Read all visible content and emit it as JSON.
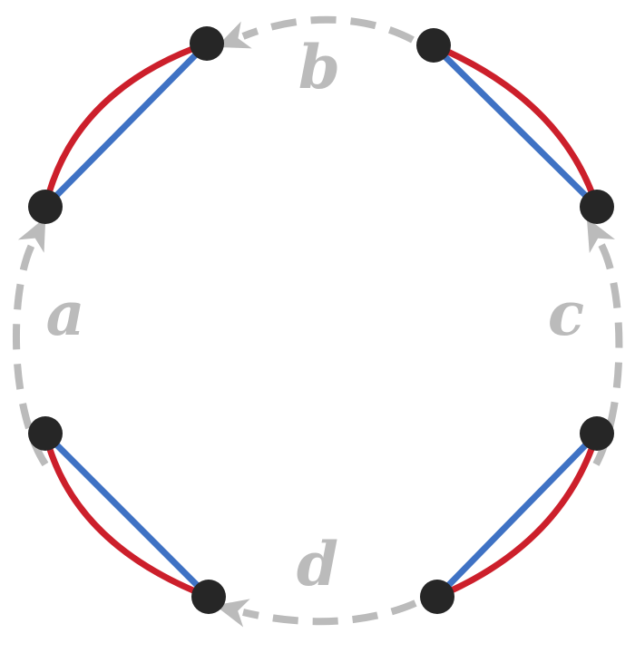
{
  "colors": {
    "background": "#ffffff",
    "node": "#262626",
    "red_edge": "#cc1f2b",
    "blue_edge": "#3f72c4",
    "arrow": "#bbbbbb",
    "label": "#bbbbbb"
  },
  "arrows": [
    {
      "id": "a",
      "label": "a"
    },
    {
      "id": "b",
      "label": "b"
    },
    {
      "id": "c",
      "label": "c"
    },
    {
      "id": "d",
      "label": "d"
    }
  ],
  "node_count": 8,
  "edge_pairs": 4
}
